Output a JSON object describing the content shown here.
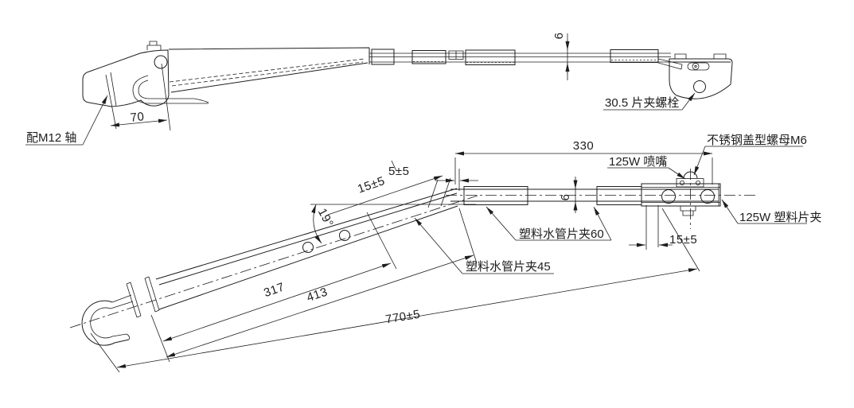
{
  "side_view": {
    "label_shaft": "配M12 轴",
    "label_bolt": "30.5 片夹螺栓",
    "dim_70": "70",
    "dim_6": "6"
  },
  "plan_view": {
    "label_nozzle": "125W 喷嘴",
    "label_cap_nut": "不锈钢盖型螺母M6",
    "label_blade_clip": "125W 塑料片夹",
    "label_pipe_clip_60": "塑料水管片夹60",
    "label_pipe_clip_45": "塑料水管片夹45",
    "dim_330": "330",
    "dim_5": "5±5",
    "dim_15_upper": "15±5",
    "dim_6": "6",
    "dim_15_lower": "15±5",
    "dim_angle": "19°",
    "dim_317": "317",
    "dim_413": "413",
    "dim_770": "770±5"
  },
  "colors": {
    "line": "#1d1d1d",
    "background": "#ffffff"
  }
}
